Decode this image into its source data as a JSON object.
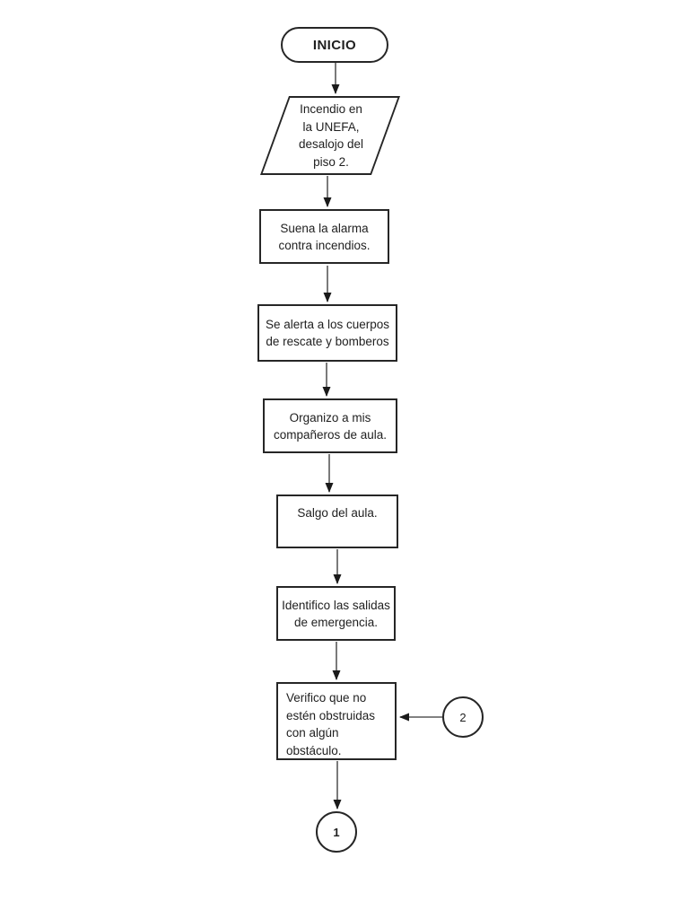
{
  "flowchart": {
    "start": {
      "label": "INICIO"
    },
    "io": {
      "lines": [
        "Incendio en",
        "la UNEFA,",
        "desalojo del",
        "piso 2."
      ]
    },
    "processes": [
      {
        "lines": [
          "Suena la alarma",
          "contra incendios."
        ]
      },
      {
        "lines": [
          "Se alerta a los cuerpos",
          "de rescate y bomberos"
        ]
      },
      {
        "lines": [
          "Organizo a mis",
          "compañeros de aula."
        ]
      },
      {
        "lines": [
          "Salgo del aula."
        ]
      },
      {
        "lines": [
          "Identifico las salidas",
          "de emergencia."
        ]
      },
      {
        "lines": [
          "Verifico que no",
          "estén obstruidas",
          "con algún obstáculo."
        ]
      }
    ],
    "connectors": {
      "right": {
        "label": "2"
      },
      "bottom": {
        "label": "1"
      }
    },
    "colors": {
      "border": "#262626",
      "line": "#595959",
      "arrowhead": "#1a1a1a",
      "text": "#1f1f1f",
      "background": "#ffffff"
    }
  }
}
